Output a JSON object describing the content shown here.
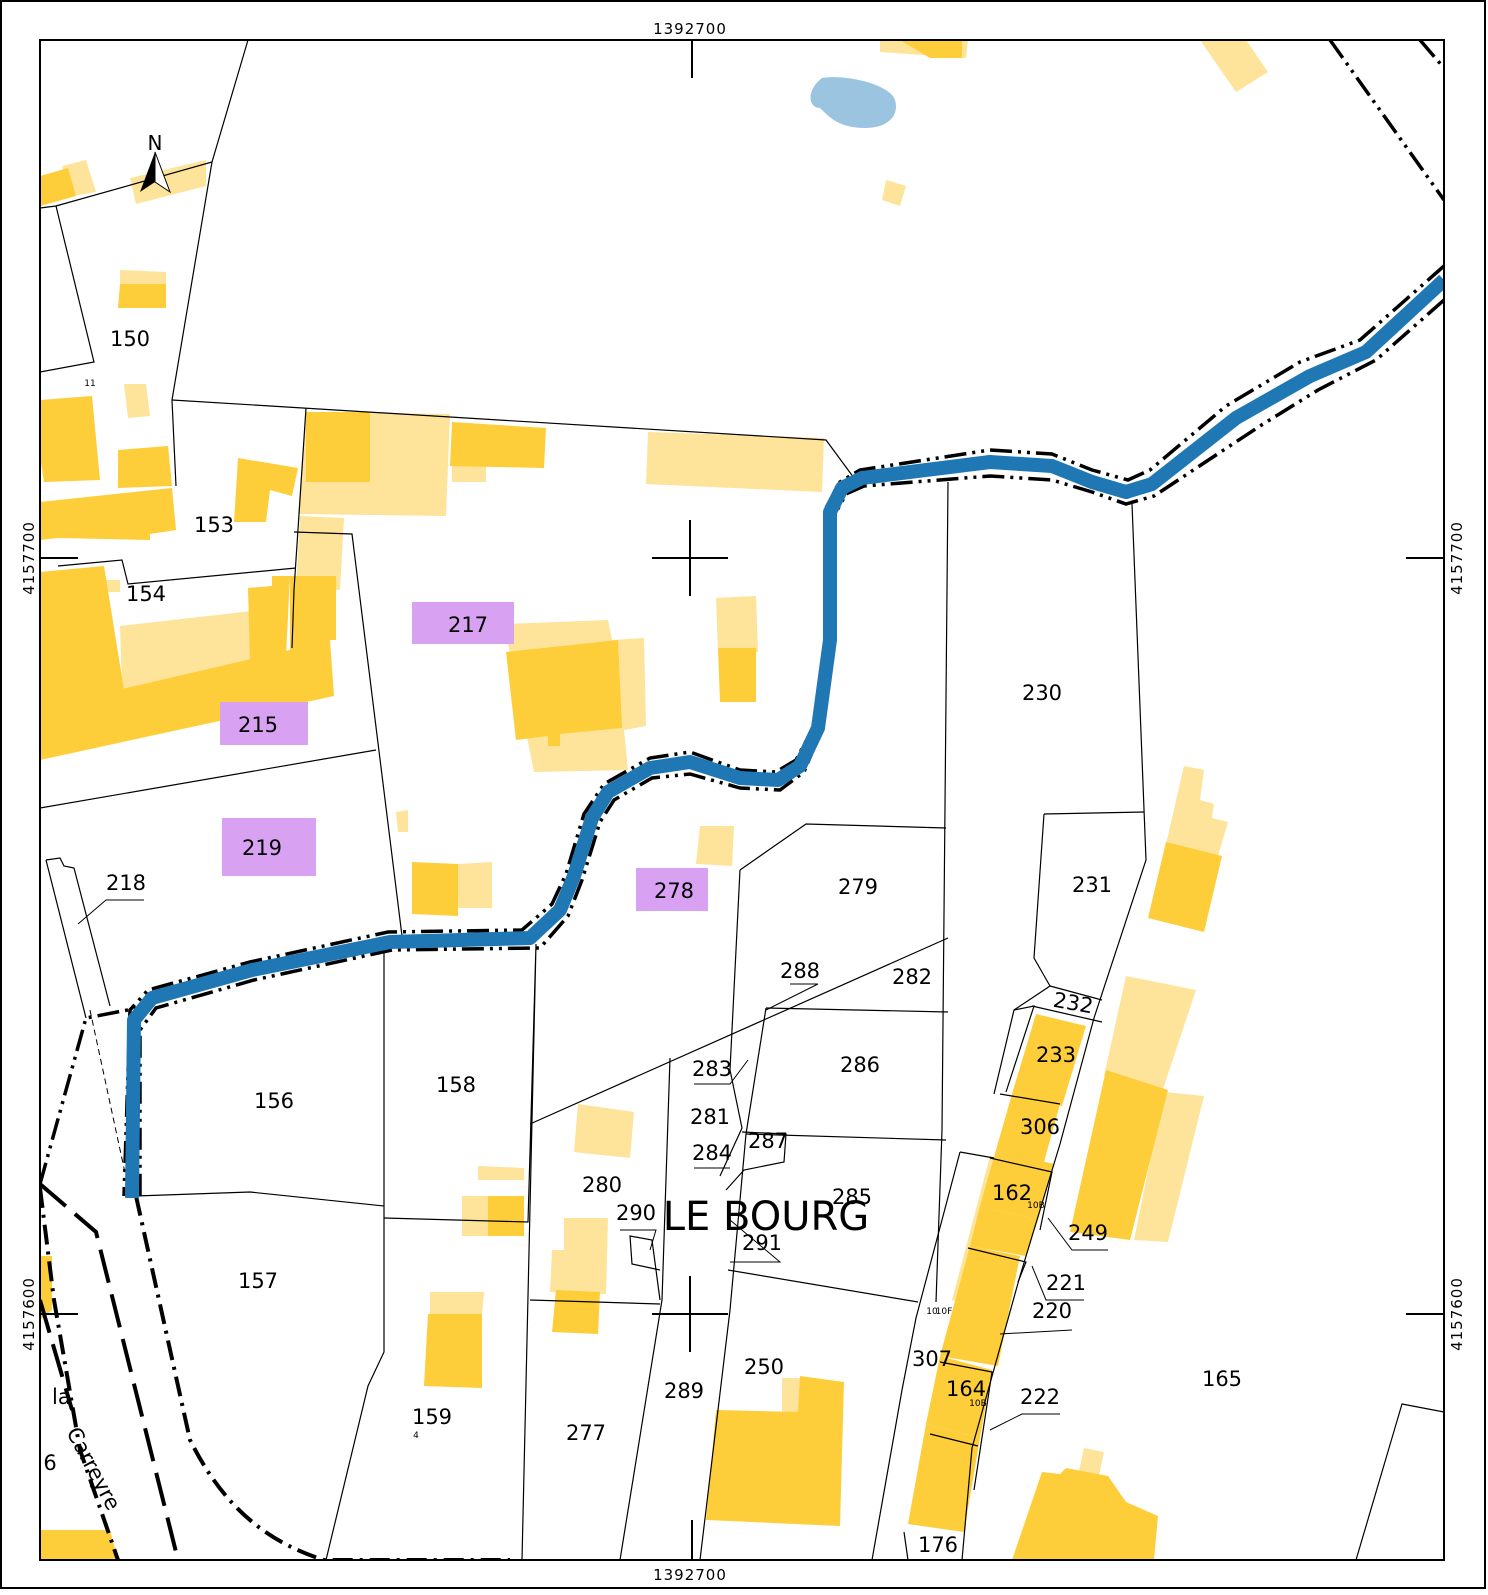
{
  "map": {
    "place_name": "LE BOURG",
    "north_label": "N",
    "street_name_part1": "la",
    "street_name_part2": "Carreyre",
    "coords": {
      "top": "1392700",
      "bottom": "1392700",
      "left_upper": "4157700",
      "left_lower": "4157600",
      "right_upper": "4157700",
      "right_lower": "4157600"
    },
    "colors": {
      "building_solid": "#fdcd3a",
      "building_light": "#fee49a",
      "highlight": "#d8a1f2",
      "water": "#1f78b4",
      "pond": "#9ac4e0"
    },
    "highlighted_parcels": [
      "217",
      "215",
      "219",
      "278"
    ],
    "parcels": [
      "150",
      "153",
      "154",
      "156",
      "157",
      "158",
      "159",
      "162",
      "164",
      "165",
      "176",
      "218",
      "220",
      "221",
      "222",
      "230",
      "231",
      "232",
      "233",
      "249",
      "250",
      "277",
      "279",
      "280",
      "281",
      "282",
      "283",
      "284",
      "285",
      "286",
      "287",
      "288",
      "289",
      "290",
      "291",
      "306",
      "307"
    ],
    "small_labels": [
      "11",
      "4",
      "10B",
      "10B",
      "10F",
      "10",
      "6"
    ]
  }
}
